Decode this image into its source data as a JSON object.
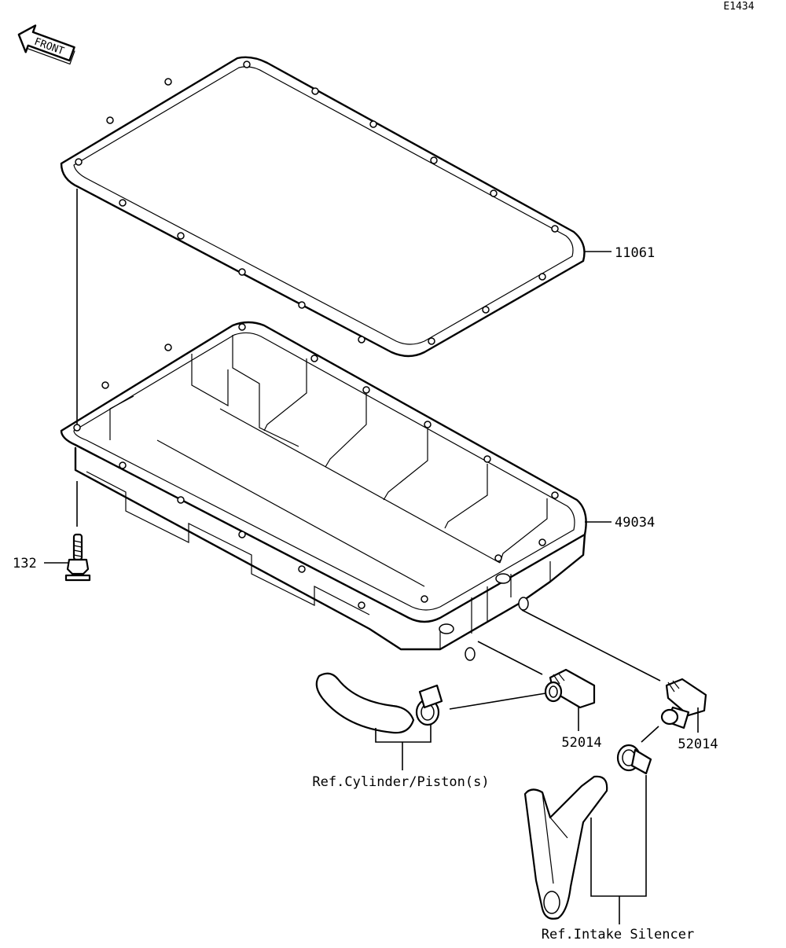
{
  "diagram_code": "E1434",
  "front_marker": "FRONT",
  "parts": {
    "gasket": "11061",
    "oil_pan": "49034",
    "bolt": "132",
    "fitting_left": "52014",
    "fitting_right": "52014"
  },
  "references": {
    "cylinder": "Ref.Cylinder/Piston(s)",
    "intake": "Ref.Intake Silencer"
  }
}
